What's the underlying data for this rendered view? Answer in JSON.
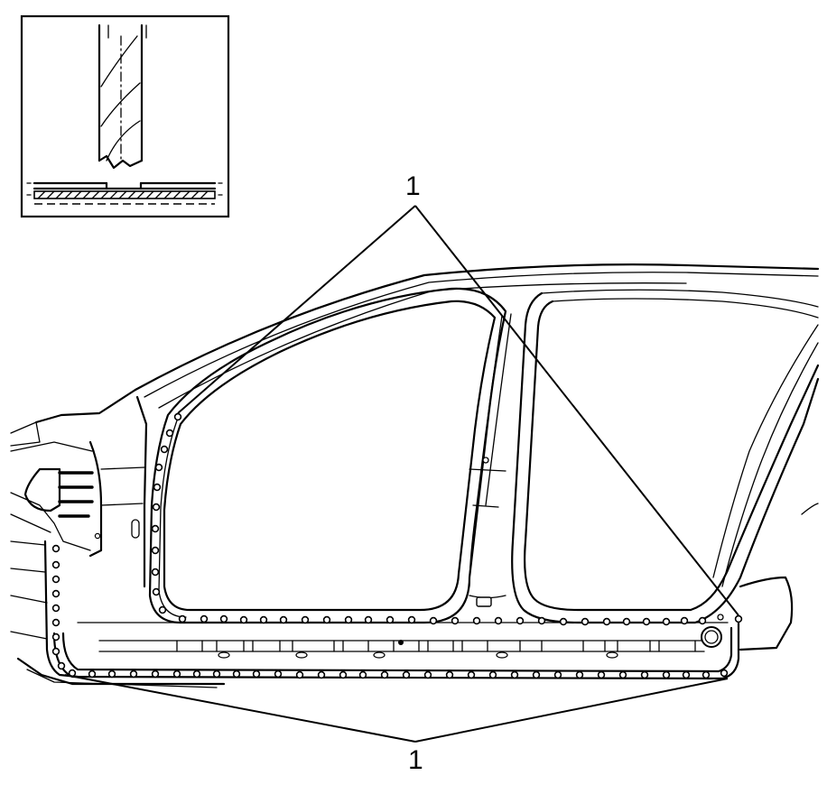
{
  "diagram": {
    "callout_top": "1",
    "callout_bottom": "1",
    "inset_detail": "drill-bit-spot-weld-detail",
    "main_view": "body-side-panel-spot-welds"
  }
}
